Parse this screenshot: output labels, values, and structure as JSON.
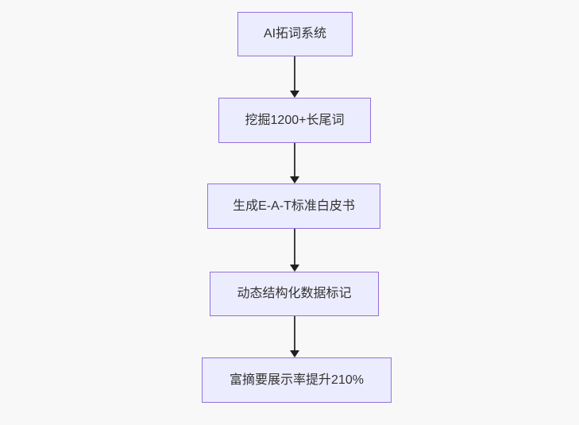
{
  "diagram": {
    "type": "flowchart-vertical",
    "direction": "top-down",
    "nodes": [
      {
        "id": "n1",
        "label": "AI拓词系统"
      },
      {
        "id": "n2",
        "label": "挖掘1200+长尾词"
      },
      {
        "id": "n3",
        "label": "生成E-A-T标准白皮书"
      },
      {
        "id": "n4",
        "label": "动态结构化数据标记"
      },
      {
        "id": "n5",
        "label": "富摘要展示率提升210%"
      }
    ],
    "edges": [
      {
        "from": "n1",
        "to": "n2",
        "style": "arrow-down"
      },
      {
        "from": "n2",
        "to": "n3",
        "style": "arrow-down"
      },
      {
        "from": "n3",
        "to": "n4",
        "style": "arrow-down"
      },
      {
        "from": "n4",
        "to": "n5",
        "style": "arrow-down"
      }
    ],
    "colors": {
      "node_fill": "#ececff",
      "node_border": "#9370db",
      "node_text": "#333333",
      "arrow": "#333333",
      "background": "#f8f8f8"
    }
  }
}
